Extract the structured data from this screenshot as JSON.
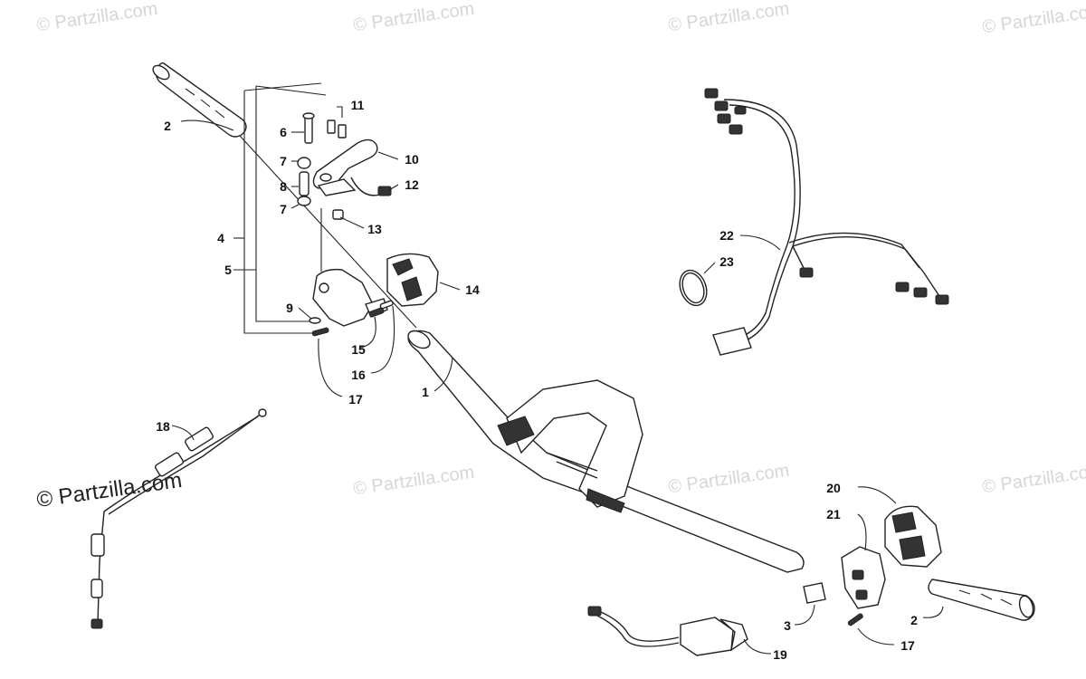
{
  "watermarks": {
    "text": "© Partzilla.com",
    "prominent": "© Partzilla.com"
  },
  "callouts": [
    {
      "id": "c1",
      "label": "1"
    },
    {
      "id": "c2a",
      "label": "2"
    },
    {
      "id": "c2b",
      "label": "2"
    },
    {
      "id": "c3",
      "label": "3"
    },
    {
      "id": "c4",
      "label": "4"
    },
    {
      "id": "c5",
      "label": "5"
    },
    {
      "id": "c6",
      "label": "6"
    },
    {
      "id": "c7a",
      "label": "7"
    },
    {
      "id": "c7b",
      "label": "7"
    },
    {
      "id": "c8",
      "label": "8"
    },
    {
      "id": "c9",
      "label": "9"
    },
    {
      "id": "c10",
      "label": "10"
    },
    {
      "id": "c11",
      "label": "11"
    },
    {
      "id": "c12",
      "label": "12"
    },
    {
      "id": "c13",
      "label": "13"
    },
    {
      "id": "c14",
      "label": "14"
    },
    {
      "id": "c15",
      "label": "15"
    },
    {
      "id": "c16",
      "label": "16"
    },
    {
      "id": "c17a",
      "label": "17"
    },
    {
      "id": "c17b",
      "label": "17"
    },
    {
      "id": "c18",
      "label": "18"
    },
    {
      "id": "c19",
      "label": "19"
    },
    {
      "id": "c20",
      "label": "20"
    },
    {
      "id": "c21",
      "label": "21"
    },
    {
      "id": "c22",
      "label": "22"
    },
    {
      "id": "c23",
      "label": "23"
    }
  ]
}
